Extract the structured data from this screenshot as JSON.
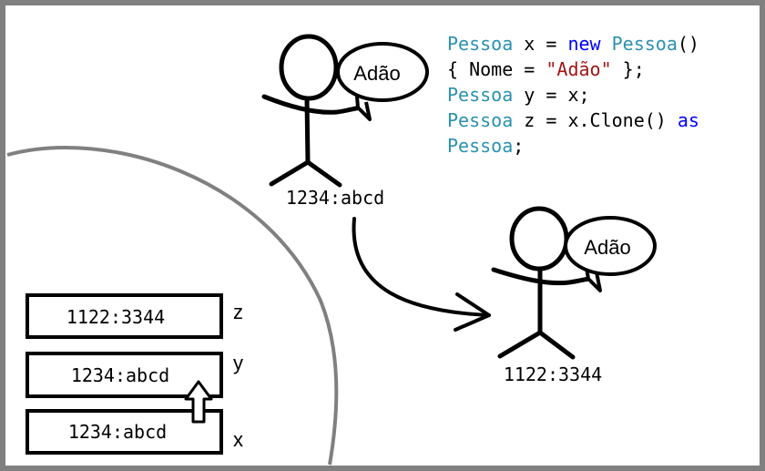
{
  "colors": {
    "type": "#2b91af",
    "keyword": "#0000ff",
    "string": "#a31515",
    "plain": "#000000",
    "frame": "#808080",
    "ellipse": "#808080"
  },
  "code": {
    "lines": [
      [
        {
          "t": "Pessoa",
          "k": "type"
        },
        {
          "t": " x = ",
          "k": "plain"
        },
        {
          "t": "new",
          "k": "keyword"
        },
        {
          "t": " ",
          "k": "plain"
        },
        {
          "t": "Pessoa",
          "k": "type"
        },
        {
          "t": "()",
          "k": "plain"
        }
      ],
      [
        {
          "t": "{ Nome = ",
          "k": "plain"
        },
        {
          "t": "\"Adão\"",
          "k": "string"
        },
        {
          "t": " };",
          "k": "plain"
        }
      ],
      [
        {
          "t": "Pessoa",
          "k": "type"
        },
        {
          "t": " y = x;",
          "k": "plain"
        }
      ],
      [
        {
          "t": "Pessoa",
          "k": "type"
        },
        {
          "t": " z = x.Clone() ",
          "k": "plain"
        },
        {
          "t": "as",
          "k": "keyword"
        }
      ],
      [
        {
          "t": "Pessoa",
          "k": "type"
        },
        {
          "t": ";",
          "k": "plain"
        }
      ]
    ]
  },
  "objects": {
    "original": {
      "name": "Adão",
      "address": "1234:abcd"
    },
    "clone": {
      "name": "Adão",
      "address": "1122:3344"
    }
  },
  "stack": {
    "z": {
      "label": "z",
      "value": "1122:3344"
    },
    "y": {
      "label": "y",
      "value": "1234:abcd"
    },
    "x": {
      "label": "x",
      "value": "1234:abcd"
    }
  }
}
